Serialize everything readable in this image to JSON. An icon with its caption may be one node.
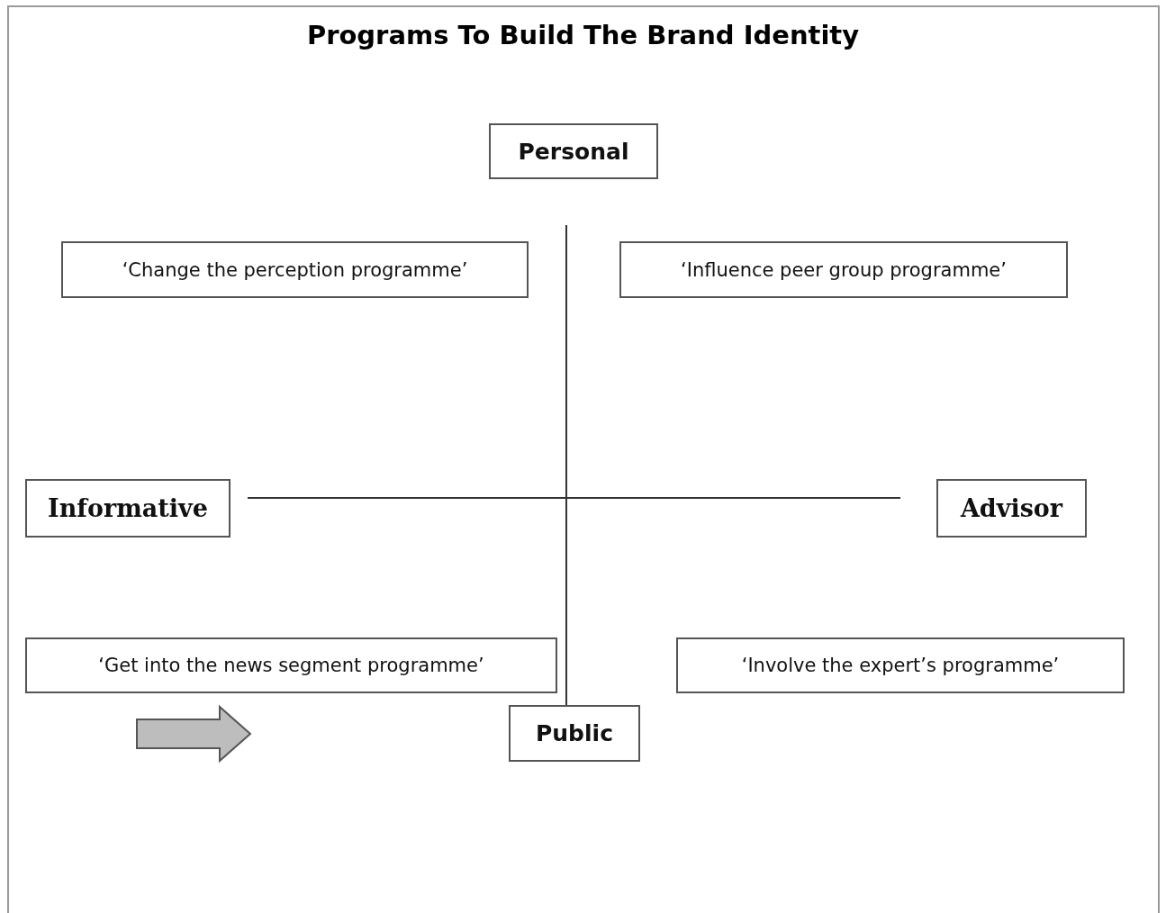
{
  "diagram": {
    "title": "Programs To Build The Brand Identity",
    "nodes": [
      {
        "text": [
          "Personal"
        ]
      },
      {
        "text": [
          "‘Change the perception programme’"
        ]
      },
      {
        "text": [
          "‘Influence peer group programme’"
        ]
      },
      {
        "text": [
          "Informative"
        ]
      },
      {
        "text": [
          "Advisor"
        ]
      },
      {
        "text": [
          "‘Get into the news segment programme’"
        ]
      },
      {
        "text": [
          "‘Involve the expert’s programme’"
        ]
      },
      {
        "text": [
          "Public"
        ]
      }
    ]
  }
}
